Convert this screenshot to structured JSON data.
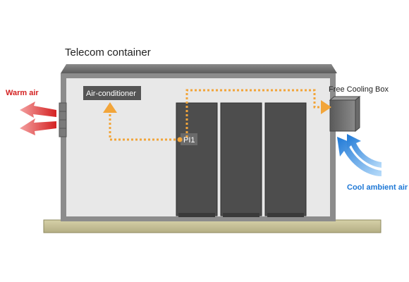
{
  "title": "Telecom container",
  "labels": {
    "air_conditioner": "Air-conditioner",
    "sensor": "PI1",
    "warm_air": "Warm air",
    "free_cooling_box": "Free Cooling Box",
    "cool_ambient_air": "Cool ambient air"
  },
  "colors": {
    "warm_air": "#d42121",
    "cool_air": "#1e78d6",
    "airflow": "#f2a53a",
    "racks": "#4d4d4d",
    "roof": "#6b6b6b",
    "ground": "#c8c39a"
  },
  "rack_count": 3,
  "icons": [
    "warm-air-arrow-icon",
    "cool-air-arrow-icon",
    "airflow-arrow-icon"
  ]
}
